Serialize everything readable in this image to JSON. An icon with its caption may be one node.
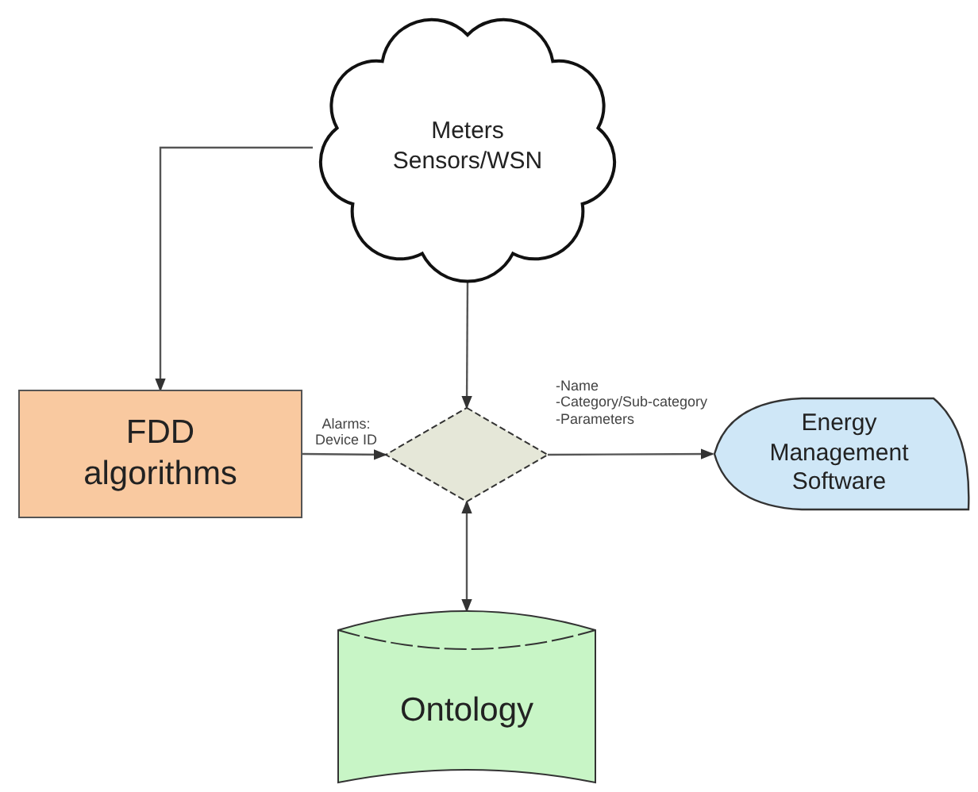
{
  "diagram": {
    "nodes": [
      {
        "text": [
          "Meters Sensors/WSN"
        ]
      },
      {
        "text": [
          "FDD algorithms"
        ]
      },
      {
        "text": [],
        "shape": "diamond"
      },
      {
        "text": [
          "Energy Management Software"
        ]
      },
      {
        "text": [
          "Ontology"
        ]
      }
    ],
    "edges": [
      {
        "from": 0,
        "to": 1,
        "arrow": "to"
      },
      {
        "from": 0,
        "to": 2,
        "arrow": "to"
      },
      {
        "from": 1,
        "to": 2,
        "arrow": "to",
        "label": "Alarms: Device ID"
      },
      {
        "from": 2,
        "to": 3,
        "arrow": "to",
        "label": "-Name -Category/Sub-category -Parameters"
      },
      {
        "from": 2,
        "to": 4,
        "arrow": "both"
      }
    ]
  }
}
